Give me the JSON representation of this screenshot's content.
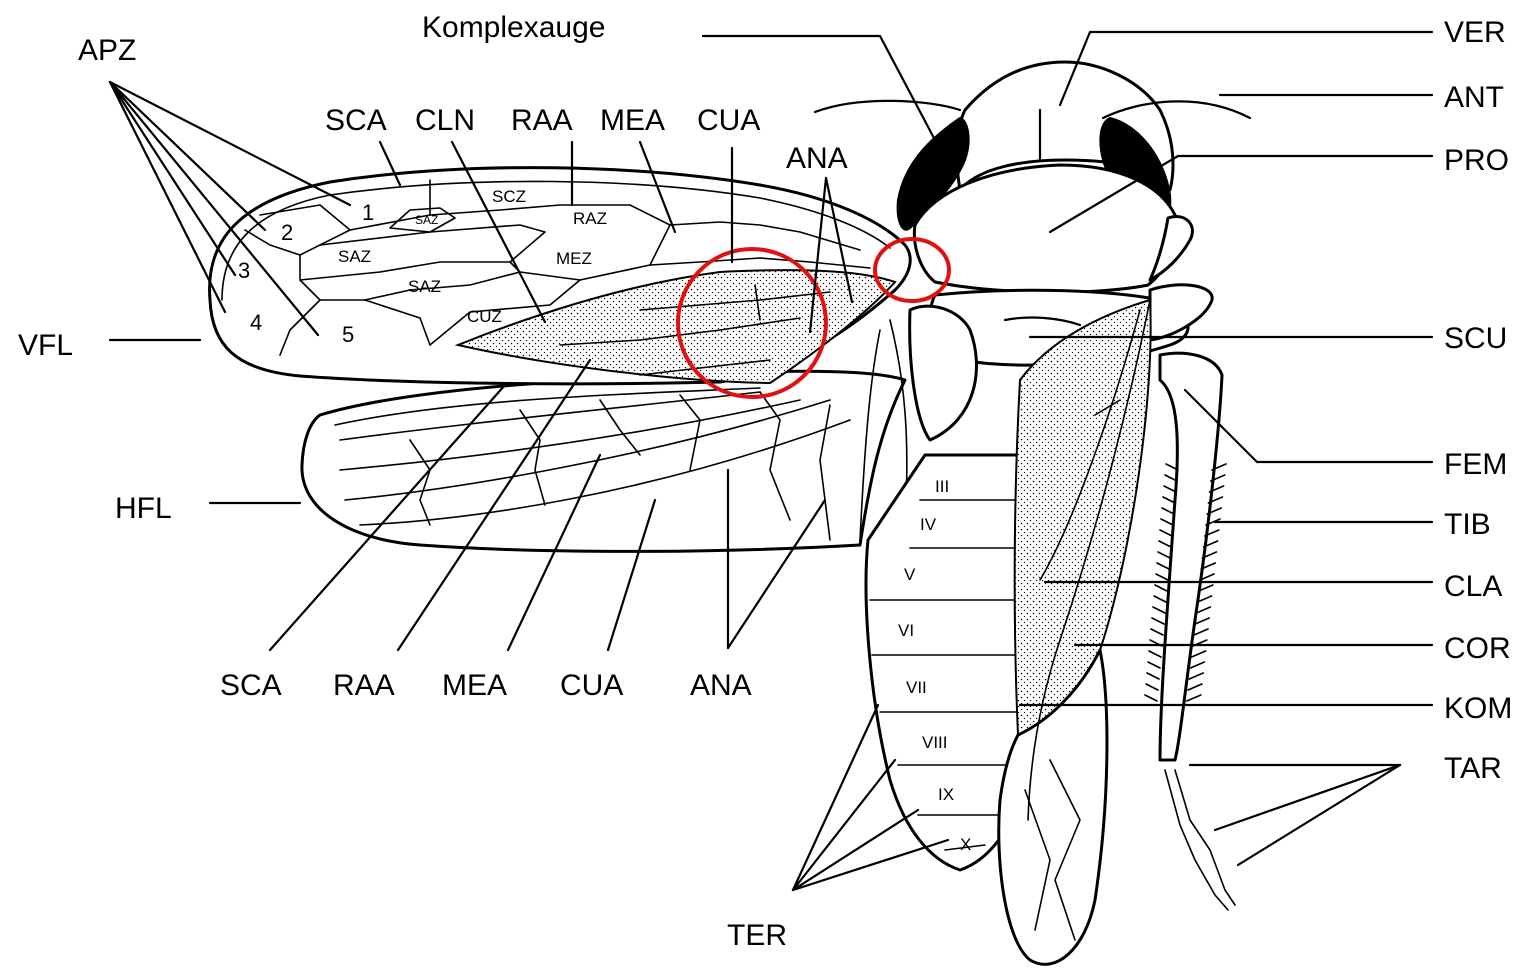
{
  "labels": {
    "apz": "APZ",
    "komplexauge": "Komplexauge",
    "ver": "VER",
    "ant": "ANT",
    "pro": "PRO",
    "scu": "SCU",
    "fem": "FEM",
    "tib": "TIB",
    "cla": "CLA",
    "cor": "COR",
    "kom": "KOM",
    "tar": "TAR",
    "ter": "TER",
    "vfl": "VFL",
    "hfl": "HFL",
    "ana_top": "ANA",
    "top_veins": [
      "SCA",
      "CLN",
      "RAA",
      "MEA",
      "CUA"
    ],
    "bottom_veins": [
      "SCA",
      "RAA",
      "MEA",
      "CUA",
      "ANA"
    ],
    "apical_cells": [
      "1",
      "2",
      "3",
      "4",
      "5"
    ],
    "cells": {
      "scz": "SCZ",
      "raz": "RAZ",
      "saz_small": "SAZ",
      "saz1": "SAZ",
      "saz2": "SAZ",
      "mez": "MEZ",
      "cuz": "CUZ"
    },
    "segments": [
      "III",
      "IV",
      "V",
      "VI",
      "VII",
      "VIII",
      "IX",
      "X"
    ]
  },
  "highlight_color": "#e31010",
  "highlights": 2
}
